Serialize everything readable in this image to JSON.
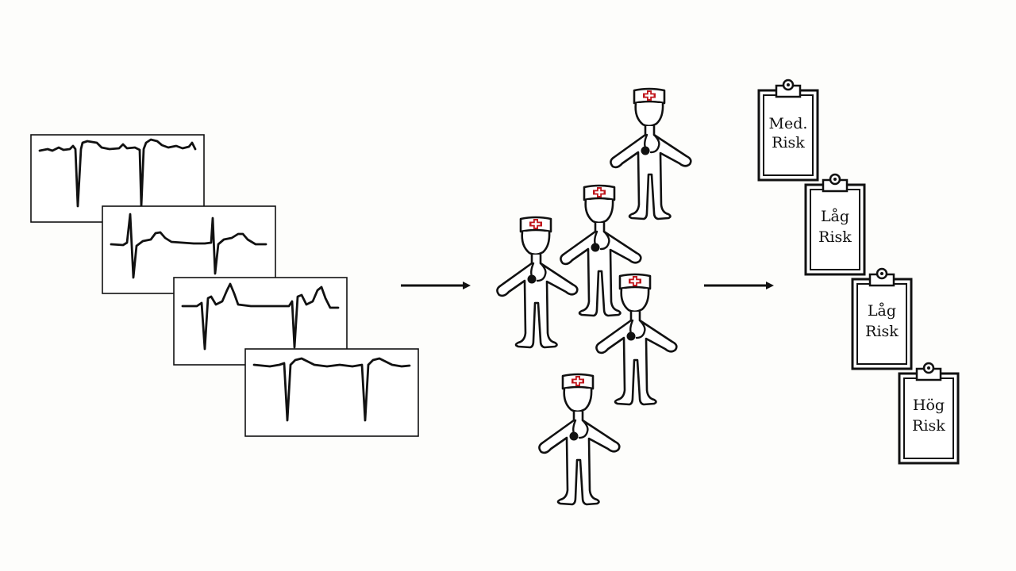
{
  "colors": {
    "ink": "#111111",
    "cross": "#c0161c",
    "background": "#fdfdfb"
  },
  "ecg_panels": [
    {
      "name": "ecg-strip-1",
      "waveform": "qs-deep-negative"
    },
    {
      "name": "ecg-strip-2",
      "waveform": "qrs-rounded-t"
    },
    {
      "name": "ecg-strip-3",
      "waveform": "qs-peaked-t"
    },
    {
      "name": "ecg-strip-4",
      "waveform": "qs-deep-negative-flat"
    }
  ],
  "clinicians": {
    "icon": "doctor-with-stethoscope-icon",
    "count": 5
  },
  "arrows": [
    "arrow-right-icon",
    "arrow-right-icon"
  ],
  "risk_cards": [
    {
      "line1": "Med.",
      "line2": "Risk"
    },
    {
      "line1": "Låg",
      "line2": "Risk"
    },
    {
      "line1": "Låg",
      "line2": "Risk"
    },
    {
      "line1": "Hög",
      "line2": "Risk"
    }
  ]
}
